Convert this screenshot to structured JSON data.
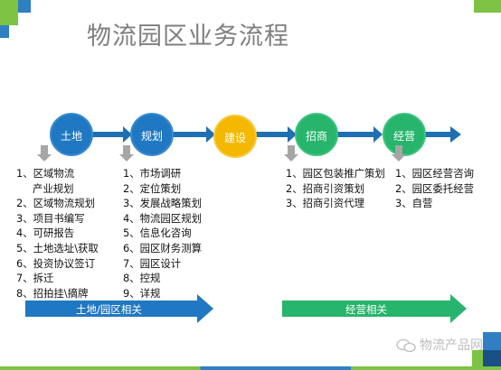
{
  "title": "物流园区业务流程",
  "colors": {
    "blue": "#1f78c1",
    "yellow": "#f5b800",
    "green": "#27b46b",
    "connector": "#1f6fb3"
  },
  "stages": [
    {
      "label": "土地",
      "color": "#1f78c1"
    },
    {
      "label": "规划",
      "color": "#1f78c1"
    },
    {
      "label": "建设",
      "color": "#f5b800"
    },
    {
      "label": "招商",
      "color": "#27b46b"
    },
    {
      "label": "经营",
      "color": "#27b46b"
    }
  ],
  "lists": {
    "land": [
      "1、区域物流",
      "产业规划",
      "2、区域物流规划",
      "3、项目书编写",
      "4、可研报告",
      "5、土地选址\\获取",
      "6、投资协议签订",
      "7、拆迁",
      "8、招拍挂\\摘牌"
    ],
    "planning": [
      "1、市场调研",
      "2、定位策划",
      "3、发展战略策划",
      "4、物流园区规划",
      "5、信息化咨询",
      "6、园区财务测算",
      "7、园区设计",
      "8、控规",
      "9、详规"
    ],
    "investment": [
      "1、园区包装推广策划",
      "2、招商引资策划",
      "3、招商引资代理"
    ],
    "operation": [
      "1、园区经营咨询",
      "2、园区委托经营",
      "3、自营"
    ]
  },
  "bands": {
    "land_planning": "土地/园区相关",
    "operation": "经营相关"
  },
  "watermark": "物流产品网"
}
